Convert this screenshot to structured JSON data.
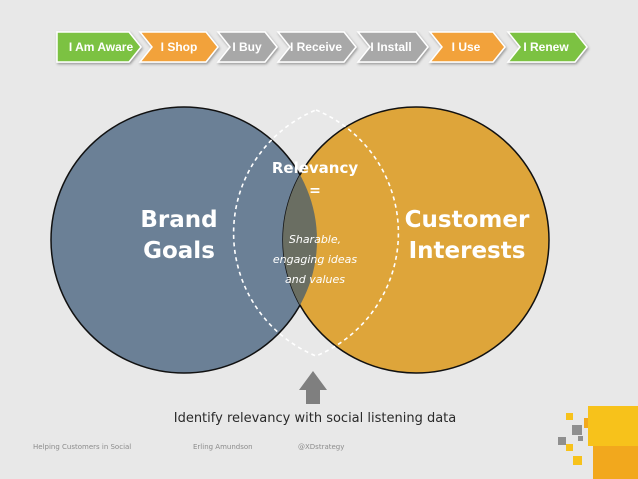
{
  "journey": [
    {
      "label": "I Am Aware",
      "color": "#7cc242"
    },
    {
      "label": "I Shop",
      "color": "#f2a23a"
    },
    {
      "label": "I Buy",
      "color": "#a8a8a8"
    },
    {
      "label": "I Receive",
      "color": "#a8a8a8"
    },
    {
      "label": "I Install",
      "color": "#a8a8a8"
    },
    {
      "label": "I Use",
      "color": "#f2a23a"
    },
    {
      "label": "I Renew",
      "color": "#7cc242"
    }
  ],
  "venn": {
    "left": {
      "line1": "Brand",
      "line2": "Goals",
      "color": "#6b8096"
    },
    "right": {
      "line1": "Customer",
      "line2": "Interests",
      "color": "#dea53a"
    },
    "center": {
      "title": "Relevancy",
      "equals": "=",
      "desc1": "Sharable,",
      "desc2": "engaging ideas",
      "desc3": "and values",
      "color": "#6a6e62"
    }
  },
  "caption": "Identify relevancy with social listening data",
  "footer": {
    "left": "Helping Customers in Social",
    "middle": "Erling Amundson",
    "right": "@XDstrategy"
  },
  "colors": {
    "background": "#e8e8e8",
    "arrow": "#7f7f7f",
    "accent_orange": "#f2a81d",
    "accent_yellow": "#f7c21b",
    "square_gray": "#8f8f8f"
  }
}
